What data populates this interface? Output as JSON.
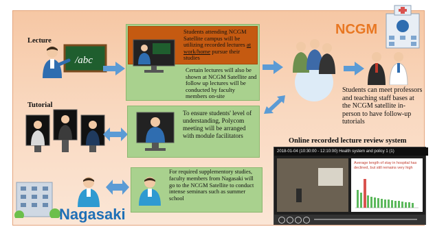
{
  "labels": {
    "lecture": "Lecture",
    "tutorial": "Tutorial",
    "ncgm": "NCGM",
    "nagasaki": "Nagasaki",
    "board_text": "/abc",
    "review_title": "Online recorded lecture review system"
  },
  "boxes": {
    "orange_a": "Students attending NCGM Satellite campus will be utilizing recorded lectures ",
    "orange_u": "at work/home",
    "orange_b": " pursue their studies",
    "lecture_green": "Certain lectures will also be shown at NCGM Satellite and follow up lectures will be conducted by faculty members on-site",
    "tutorial_green": "To ensure students' level of understanding, Polycom meeting will be arranged with module facilitators",
    "nagasaki_green": "For required supplementory studies, faculty members from Nagasaki will go to the NCGM Satellite to conduct intense seminars such as summer school",
    "ncgm_text": "Students can meet professors and teaching staff bases at the NCGM satellite in-person to have follow-up tutorials"
  },
  "review": {
    "header": "2018-01-04 (10:30:00 - 12:10:00) Health system and policy 1 (1)",
    "slide_note": "Average length of stay in hospital has declined, but still remains very high"
  },
  "colors": {
    "arrow": "#5b9bd5",
    "green_box": "#a9d18e",
    "orange_box": "#c55a11",
    "ncgm_text": "#e87722",
    "nagasaki_text": "#1f6fb6"
  }
}
